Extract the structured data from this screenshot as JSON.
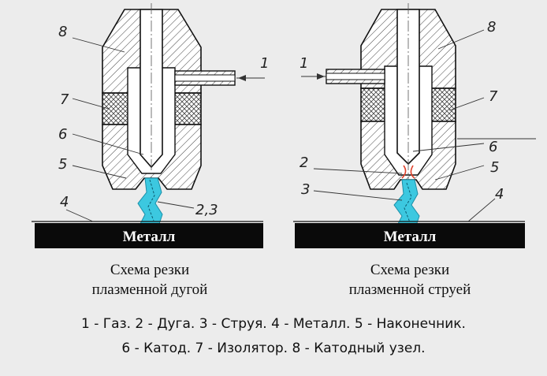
{
  "metal_label": "Металл",
  "callouts": {
    "left": {
      "gas": "1",
      "arc_stream": "2,3",
      "metal": "4",
      "tip": "5",
      "cathode": "6",
      "insulator": "7",
      "cathode_unit": "8"
    },
    "right": {
      "gas": "1",
      "arc": "2",
      "stream": "3",
      "metal": "4",
      "tip": "5",
      "cathode": "6",
      "insulator": "7",
      "cathode_unit": "8"
    }
  },
  "captions": {
    "left": {
      "line1": "Схема резки",
      "line2": "плазменной дугой"
    },
    "right": {
      "line1": "Схема резки",
      "line2": "плазменной струей"
    }
  },
  "legend": {
    "line1": "1 - Газ. 2 - Дуга. 3 - Струя. 4 - Металл. 5 - Наконечник.",
    "line2": "6 - Катод. 7 - Изолятор. 8 - Катодный узел."
  },
  "colors": {
    "plasma": "#3cc8e0",
    "metal": "#0a0a0a",
    "background": "#ececec"
  }
}
